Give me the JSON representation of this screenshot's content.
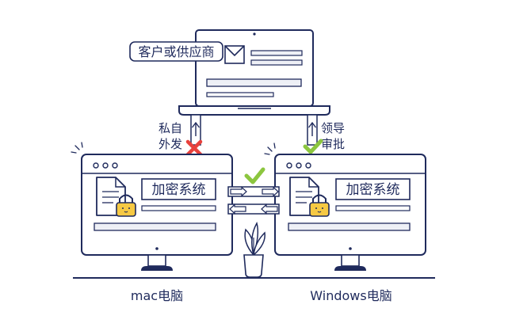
{
  "labels": {
    "client": "客户或供应商",
    "private_send_line1": "私自",
    "private_send_line2": "外发",
    "leader_approve_line1": "领导",
    "leader_approve_line2": "审批",
    "system_left": "加密系统",
    "system_right": "加密系统",
    "mac_caption": "mac电脑",
    "windows_caption": "Windows电脑"
  },
  "colors": {
    "outline": "#1f2a5c",
    "accent_green": "#8cc63f",
    "deny_red": "#e8413c",
    "lock_yellow": "#f6c943",
    "screen_fill": "#ffffff",
    "band_fill": "#eef0f6"
  },
  "icons": {
    "deny": "cross-icon",
    "allow": "check-icon",
    "lock": "padlock-icon",
    "document": "document-icon",
    "plant": "potted-plant-icon"
  }
}
